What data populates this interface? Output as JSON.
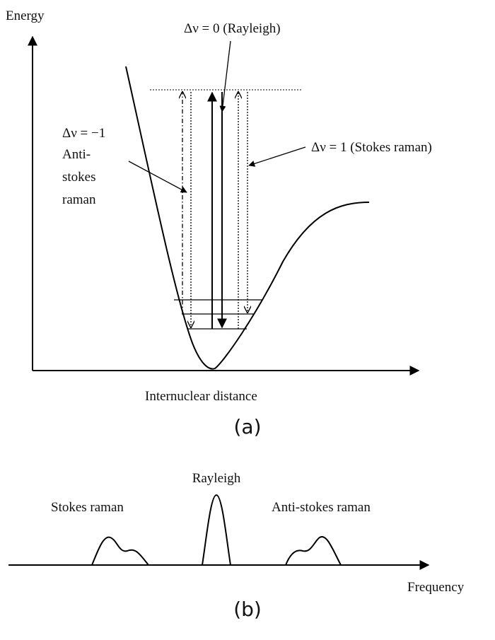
{
  "panel_a": {
    "y_axis_label": "Energy",
    "x_axis_label": "Internuclear distance",
    "rayleigh_label": "Δν = 0 (Rayleigh)",
    "anti_stokes_line1": "Δν = −1",
    "anti_stokes_line2": "Anti-",
    "anti_stokes_line3": "stokes",
    "anti_stokes_line4": "raman",
    "stokes_label": "Δν = 1 (Stokes raman)",
    "caption": "(a)"
  },
  "panel_b": {
    "rayleigh_peak_label": "Rayleigh",
    "stokes_peak_label": "Stokes raman",
    "anti_stokes_peak_label": "Anti-stokes raman",
    "x_axis_label": "Frequency",
    "caption": "(b)"
  }
}
